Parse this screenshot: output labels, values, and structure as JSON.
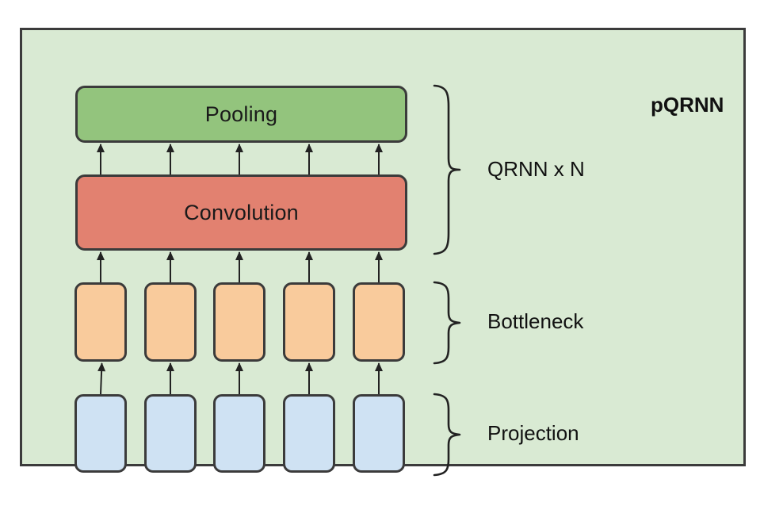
{
  "diagram": {
    "title": "pQRNN",
    "background_color": "#d9ead3",
    "border_color": "#3b3b3b",
    "layers": [
      {
        "id": "pooling",
        "label": "Pooling",
        "shape": "wide-rounded-rect",
        "fill": "#93c47d"
      },
      {
        "id": "convolution",
        "label": "Convolution",
        "shape": "wide-rounded-rect",
        "fill": "#e28170"
      },
      {
        "id": "bottleneck",
        "label": "",
        "shape": "unit-row",
        "fill": "#f9cb9c",
        "unit_count": 5
      },
      {
        "id": "projection",
        "label": "",
        "shape": "unit-row",
        "fill": "#cfe2f3",
        "unit_count": 5
      }
    ],
    "groups": [
      {
        "id": "qrnn",
        "label": "QRNN x N",
        "spans": [
          "pooling",
          "convolution"
        ]
      },
      {
        "id": "bottleneck",
        "label": "Bottleneck",
        "spans": [
          "bottleneck"
        ]
      },
      {
        "id": "projection",
        "label": "Projection",
        "spans": [
          "projection"
        ]
      }
    ],
    "arrow_rows": [
      {
        "id": "conv-to-pooling",
        "count": 5
      },
      {
        "id": "bottleneck-to-conv",
        "count": 5
      },
      {
        "id": "projection-to-bottleneck",
        "count": 5
      }
    ],
    "unit_columns": [
      0,
      1,
      2,
      3,
      4
    ]
  }
}
